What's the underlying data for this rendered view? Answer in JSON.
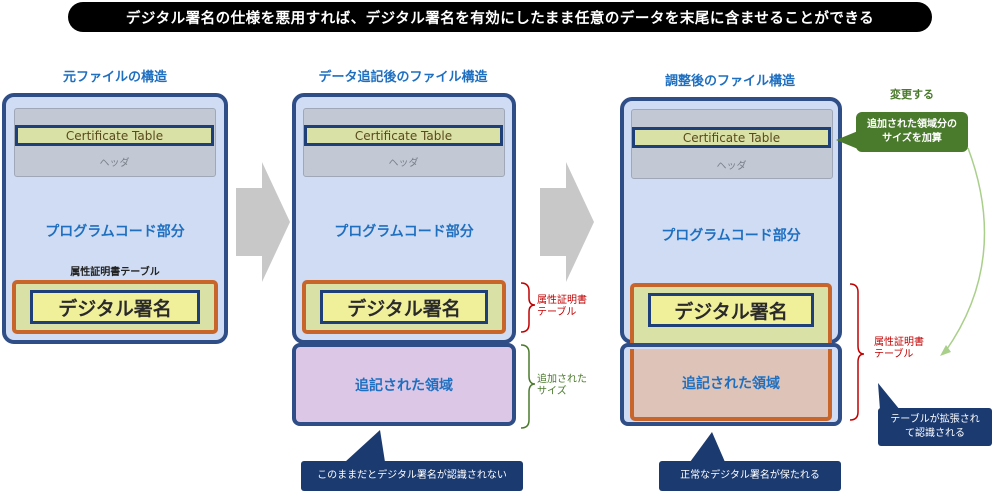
{
  "title": "デジタル署名の仕様を悪用すれば、デジタル署名を有効にしたまま任意のデータを末尾に含ませることができる",
  "columns": [
    {
      "heading": "元ファイルの構造",
      "cert_table": "Certificate Table",
      "header": "ヘッダ",
      "program": "プログラムコード部分",
      "attr_label": "属性証明書テーブル",
      "signature": "デジタル署名"
    },
    {
      "heading": "データ追記後のファイル構造",
      "cert_table": "Certificate Table",
      "header": "ヘッダ",
      "program": "プログラムコード部分",
      "signature": "デジタル署名",
      "appended": "追記された領域",
      "attr_bracket": "属性証明書\nテーブル",
      "added_bracket": "追加された\nサイズ",
      "callout": "このままだとデジタル署名が認識されない"
    },
    {
      "heading": "調整後のファイル構造",
      "cert_table": "Certificate Table",
      "header": "ヘッダ",
      "program": "プログラムコード部分",
      "signature": "デジタル署名",
      "appended": "追記された領域",
      "attr_bracket": "属性証明書\nテーブル",
      "callout": "正常なデジタル署名が保たれる",
      "change_label": "変更する",
      "change_note": "追加された領域分の\nサイズを加算",
      "expand_note": "テーブルが拡張され\nて認識される"
    }
  ],
  "colors": {
    "file_border": "#2f4d86",
    "file_fill": "#cfdcf3",
    "attr_border": "#c8652b",
    "signature_fill": "#f0ef9a",
    "appended_fill_col2": "#dcc8e6",
    "appended_fill_col3": "#ddc3b8",
    "bracket_red": "#c00000",
    "bracket_green": "#4a7a2b",
    "callout_dark": "#1b3a70",
    "arrow_gray": "#c8c8c8"
  }
}
